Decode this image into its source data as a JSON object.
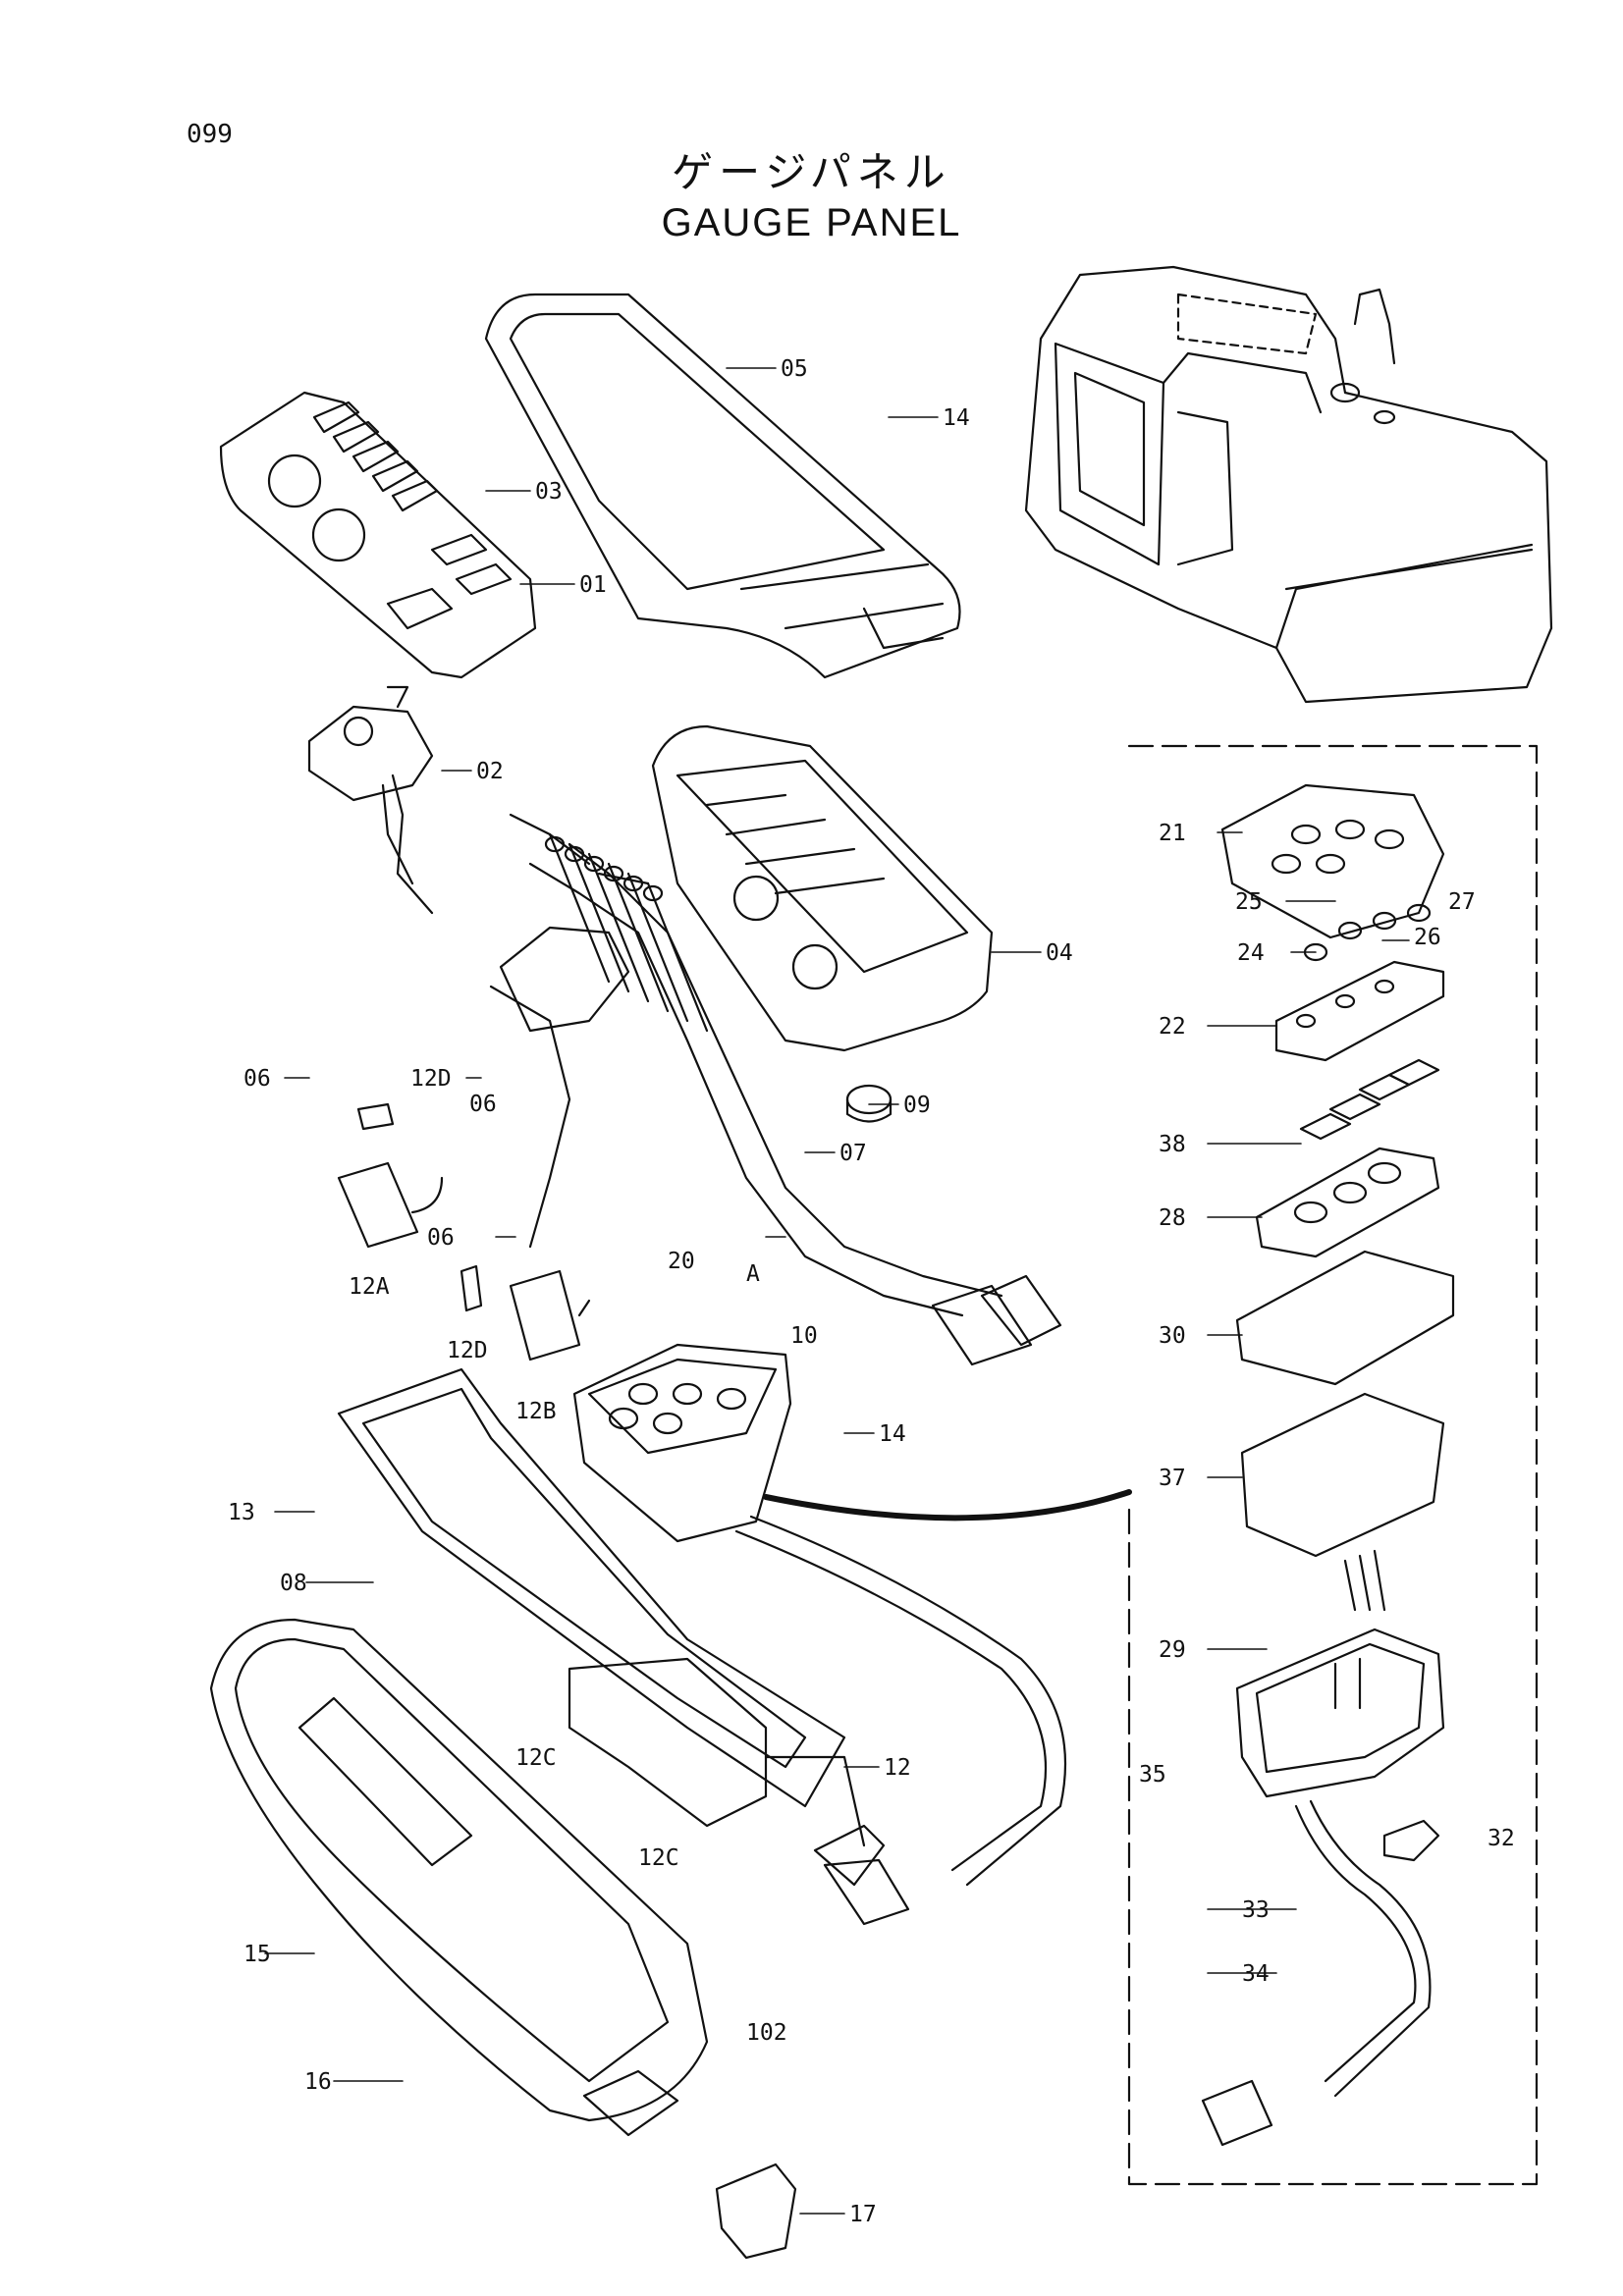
{
  "page_number": "099",
  "title_jp": "ゲージパネル",
  "title_en": "GAUGE PANEL",
  "parts": [
    {
      "key": "p05",
      "label": "05"
    },
    {
      "key": "p14a",
      "label": "14"
    },
    {
      "key": "p03",
      "label": "03"
    },
    {
      "key": "p01",
      "label": "01"
    },
    {
      "key": "p02",
      "label": "02"
    },
    {
      "key": "p04",
      "label": "04"
    },
    {
      "key": "p06a",
      "label": "06"
    },
    {
      "key": "p06b",
      "label": "06"
    },
    {
      "key": "p06c",
      "label": "06"
    },
    {
      "key": "p12Da",
      "label": "12D"
    },
    {
      "key": "p12A",
      "label": "12A"
    },
    {
      "key": "p12Db",
      "label": "12D"
    },
    {
      "key": "p12B",
      "label": "12B"
    },
    {
      "key": "p07",
      "label": "07"
    },
    {
      "key": "p09",
      "label": "09"
    },
    {
      "key": "pA",
      "label": "A"
    },
    {
      "key": "p10",
      "label": "10"
    },
    {
      "key": "p20",
      "label": "20"
    },
    {
      "key": "p14b",
      "label": "14"
    },
    {
      "key": "p13",
      "label": "13"
    },
    {
      "key": "p08",
      "label": "08"
    },
    {
      "key": "p12Ca",
      "label": "12C"
    },
    {
      "key": "p12Cb",
      "label": "12C"
    },
    {
      "key": "p12",
      "label": "12"
    },
    {
      "key": "p15",
      "label": "15"
    },
    {
      "key": "p102",
      "label": "102"
    },
    {
      "key": "p16",
      "label": "16"
    },
    {
      "key": "p17",
      "label": "17"
    },
    {
      "key": "p21",
      "label": "21"
    },
    {
      "key": "p25",
      "label": "25"
    },
    {
      "key": "p27",
      "label": "27"
    },
    {
      "key": "p26",
      "label": "26"
    },
    {
      "key": "p24",
      "label": "24"
    },
    {
      "key": "p22",
      "label": "22"
    },
    {
      "key": "p38",
      "label": "38"
    },
    {
      "key": "p28",
      "label": "28"
    },
    {
      "key": "p30",
      "label": "30"
    },
    {
      "key": "p37",
      "label": "37"
    },
    {
      "key": "p29",
      "label": "29"
    },
    {
      "key": "p35",
      "label": "35"
    },
    {
      "key": "p32",
      "label": "32"
    },
    {
      "key": "p33",
      "label": "33"
    },
    {
      "key": "p34",
      "label": "34"
    }
  ]
}
